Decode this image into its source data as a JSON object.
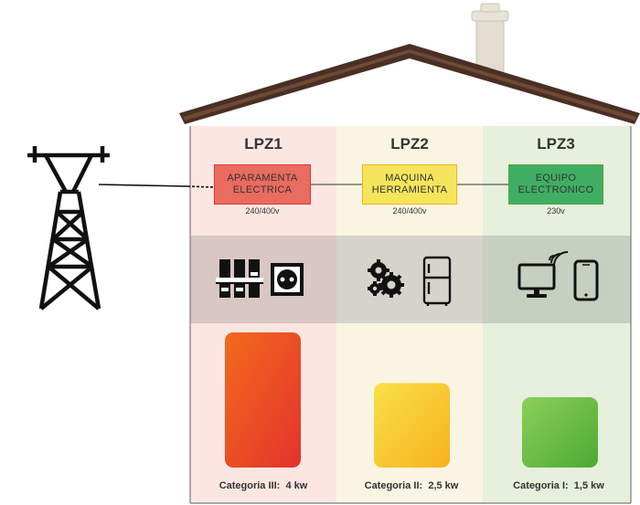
{
  "zones": [
    {
      "id": "lpz1",
      "title": "LPZ1",
      "box_label": "APARAMENTA\nELECTRICA",
      "voltage": "240/400v",
      "category": "Categoria III:",
      "power": "4 kw",
      "level": 1.0,
      "colors": {
        "bg": "#fbe6e2",
        "box": "#ea6b60",
        "bar_top": "#f26a1c",
        "bar_bottom": "#e4332e"
      },
      "icons": [
        "breaker-panel-icon",
        "power-socket-icon"
      ]
    },
    {
      "id": "lpz2",
      "title": "LPZ2",
      "box_label": "MAQUINA\nHERRAMIENTA",
      "voltage": "240/400v",
      "category": "Categoria II:",
      "power": "2,5 kw",
      "level": 0.625,
      "colors": {
        "bg": "#f9f5e2",
        "box": "#f5e55c",
        "bar_top": "#f9e04a",
        "bar_bottom": "#f7b21a"
      },
      "icons": [
        "gears-icon",
        "refrigerator-icon"
      ]
    },
    {
      "id": "lpz3",
      "title": "LPZ3",
      "box_label": "EQUIPO\nELECTRONICO",
      "voltage": "230v",
      "category": "Categoria I:",
      "power": "1,5 kw",
      "level": 0.52,
      "colors": {
        "bg": "#e7efdd",
        "box": "#3fae63",
        "bar_top": "#8ccf5c",
        "bar_bottom": "#4daa32"
      },
      "icons": [
        "wifi-computer-icon",
        "smartphone-icon"
      ]
    }
  ],
  "colors": {
    "roof": "#4a2f24",
    "roof_edge": "#6e4a37",
    "chimney": "#e2ddd0",
    "band": "#c8c4be",
    "tower": "#111111"
  }
}
